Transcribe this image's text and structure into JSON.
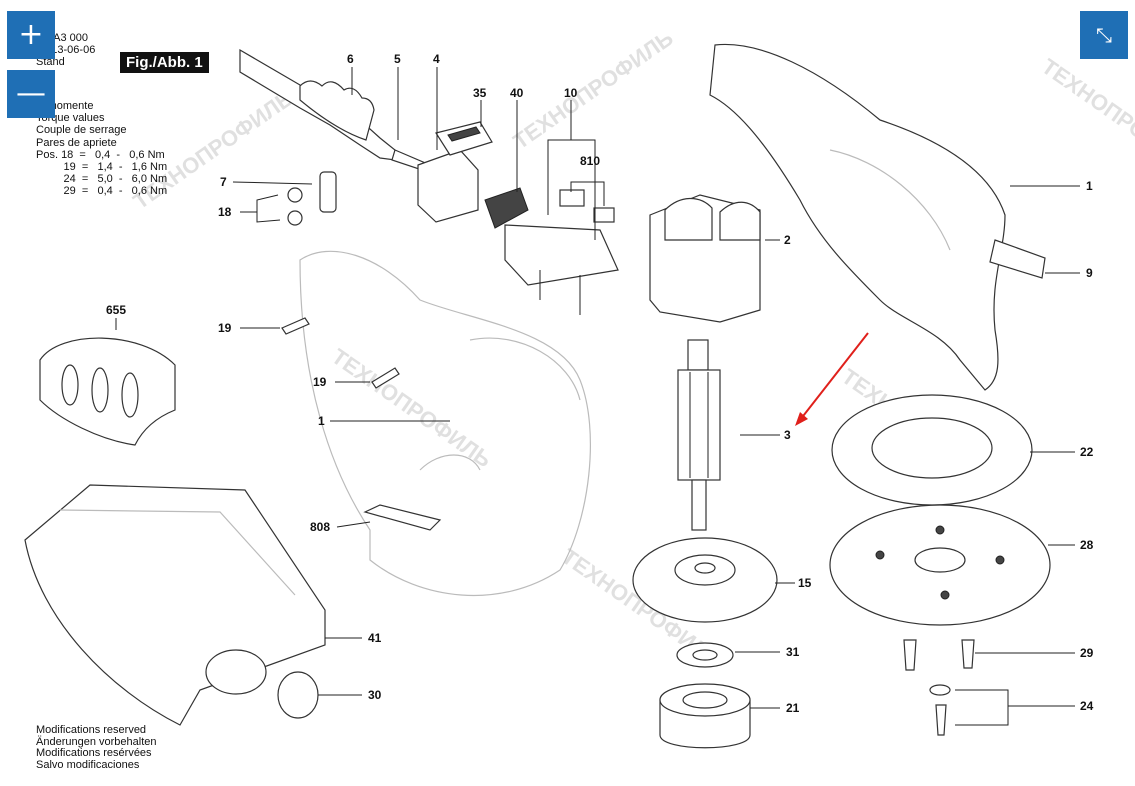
{
  "header": {
    "line1": "3 CA3 000",
    "line2": "e   13-06-06",
    "line3": "Stand",
    "figure_label": "Fig./Abb. 1"
  },
  "torque": {
    "lines": [
      "gsmomente",
      "Torque values",
      "Couple de serrage",
      "Pares de apriete",
      "Pos. 18  =   0,4  -   0,6 Nm",
      "         19  =   1,4  -   1,6 Nm",
      "         24  =   5,0  -   6,0 Nm",
      "         29  =   0,4  -   0,6 Nm"
    ]
  },
  "footer": {
    "lines": [
      "Modifications reserved",
      "Änderungen vorbehalten",
      "Modifications resérvées",
      "Salvo modificaciones"
    ]
  },
  "watermark": "ТЕХНОПРОФИЛЬ",
  "controls": {
    "zoom_in": "+",
    "zoom_out": "—",
    "fullscreen": "⤡"
  },
  "accent_color": "#1f6fb5",
  "arrow_color": "#e0201b",
  "part_labels": [
    "6",
    "5",
    "4",
    "35",
    "40",
    "10",
    "810",
    "7",
    "18",
    "655",
    "19",
    "19",
    "1",
    "808",
    "41",
    "30",
    "2",
    "3",
    "15",
    "31",
    "21",
    "1",
    "9",
    "22",
    "28",
    "29",
    "24"
  ]
}
